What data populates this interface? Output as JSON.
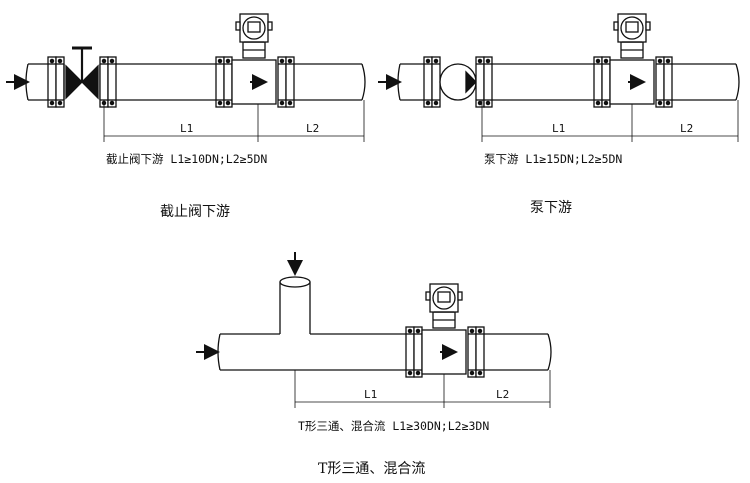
{
  "diagrams": [
    {
      "caption": "截止阀下游 L1≥10DN;L2≥5DN",
      "title": "截止阀下游",
      "labels": {
        "l1": "L1",
        "l2": "L2"
      }
    },
    {
      "caption": "泵下游 L1≥15DN;L2≥5DN",
      "title": "泵下游",
      "labels": {
        "l1": "L1",
        "l2": "L2"
      }
    },
    {
      "caption": "T形三通、混合流  L1≥30DN;L2≥3DN",
      "title": "T形三通、混合流",
      "labels": {
        "l1": "L1",
        "l2": "L2"
      }
    }
  ]
}
